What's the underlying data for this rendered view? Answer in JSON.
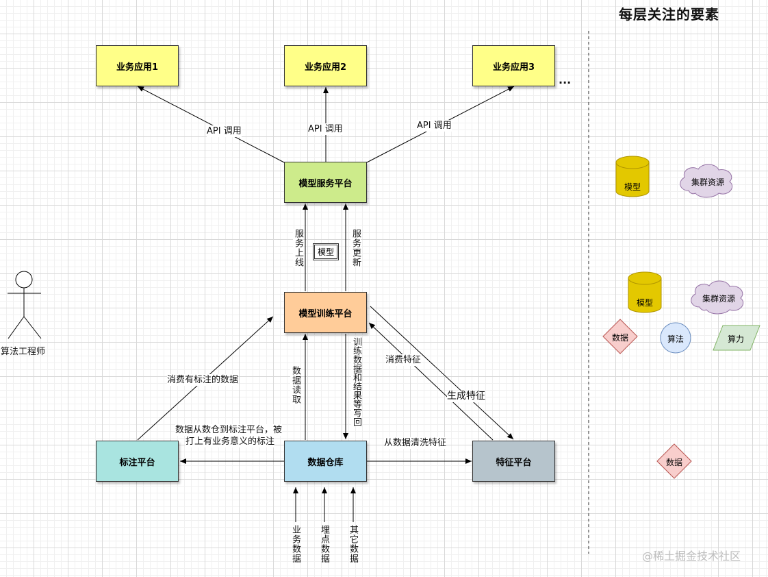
{
  "title": "每层关注的要素",
  "watermark": "@稀土掘金技术社区",
  "actor": {
    "label": "算法工程师"
  },
  "apps": [
    {
      "label": "业务应用1"
    },
    {
      "label": "业务应用2"
    },
    {
      "label": "业务应用3"
    }
  ],
  "apps_more": "...",
  "nodes": {
    "serving": "模型服务平台",
    "training": "模型训练平台",
    "labeling": "标注平台",
    "warehouse": "数据仓库",
    "feature": "特征平台"
  },
  "edges": {
    "api_call": "API 调用",
    "deploy": "服务上线",
    "update": "服务更新",
    "model_tag": "模型",
    "consume_labeled": "消费有标注的数据",
    "data_read": "数据读取",
    "write_back": "训练数据和结果等写回",
    "consume_feature": "消费特征",
    "gen_feature": "生成特征",
    "to_labeling_line1": "数据从数仓到标注平台，被",
    "to_labeling_line2": "打上有业务意义的标注",
    "clean_feature": "从数据清洗特征",
    "biz_data": "业务数据",
    "tracking_data": "埋点数据",
    "other_data": "其它数据"
  },
  "legend": {
    "serving": {
      "model": "模型",
      "cluster": "集群资源"
    },
    "training": {
      "model": "模型",
      "cluster": "集群资源",
      "data": "数据",
      "algorithm": "算法",
      "compute": "算力"
    },
    "warehouse": {
      "data": "数据"
    }
  },
  "colors": {
    "app": "#ffff88",
    "serving": "#cdeb8b",
    "training": "#ffcc99",
    "labeling": "#a9e4e0",
    "warehouse": "#b1ddf0",
    "feature": "#b6c4cc",
    "cylinder": "#e3c800",
    "cloud": "#e1d5e7",
    "diamond": "#f8cecc",
    "circle": "#dae8fc",
    "parallelogram": "#d5e8d4"
  }
}
